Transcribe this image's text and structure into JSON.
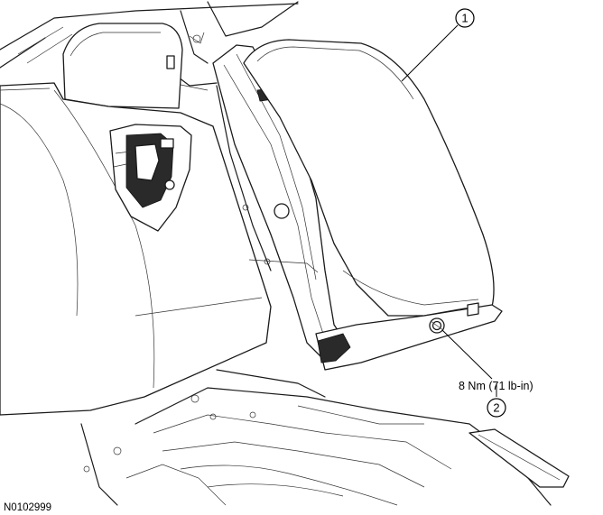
{
  "callouts": [
    {
      "number": "1",
      "part": "rear-seat-side-bolster"
    },
    {
      "number": "2",
      "part": "bolster-retaining-nut"
    }
  ],
  "torque_spec": "8 Nm (71 lb-in)",
  "figure_code": "N0102999"
}
